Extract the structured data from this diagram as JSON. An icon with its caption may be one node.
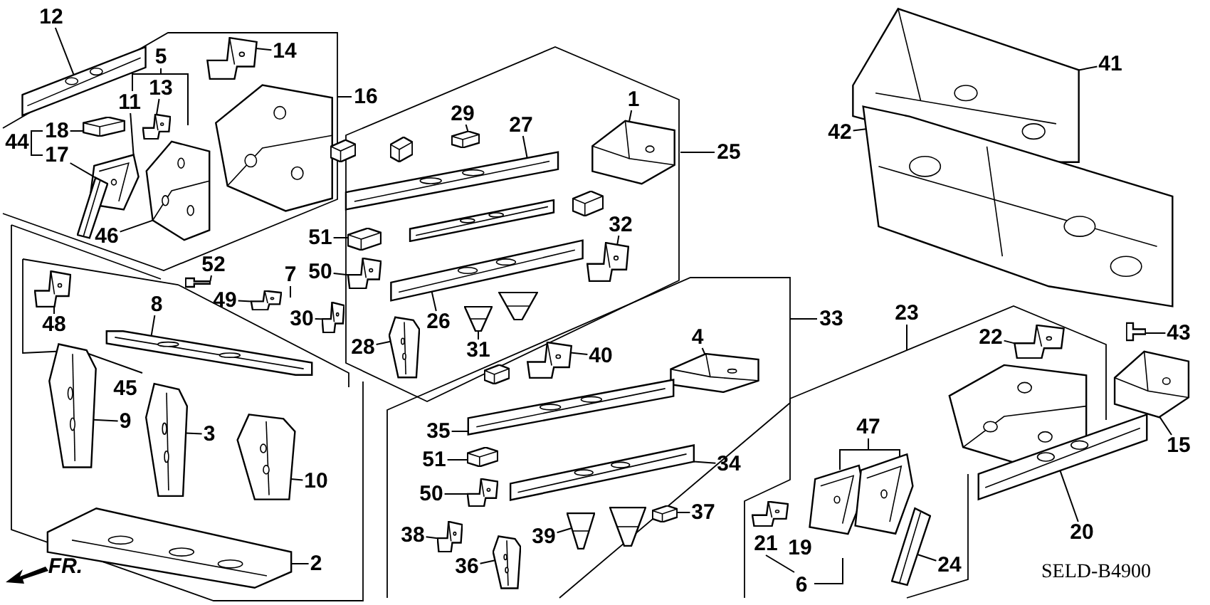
{
  "diagram": {
    "nodes": [
      {
        "text": [
          "12"
        ]
      },
      {
        "text": [],
        "shape": "picture"
      },
      {
        "text": [
          "14"
        ]
      },
      {
        "text": [],
        "shape": "picture"
      },
      {
        "text": [
          "13"
        ]
      },
      {
        "text": [],
        "shape": "picture"
      },
      {
        "text": [
          "11"
        ]
      },
      {
        "text": [],
        "shape": "picture"
      },
      {
        "text": [
          "18"
        ]
      },
      {
        "text": [],
        "shape": "picture"
      },
      {
        "text": [
          "17"
        ]
      },
      {
        "text": [],
        "shape": "picture"
      },
      {
        "text": [
          "46"
        ]
      },
      {
        "text": [],
        "shape": "picture"
      },
      {
        "text": [
          "52"
        ]
      },
      {
        "text": [],
        "shape": "picture"
      },
      {
        "text": [
          "48"
        ]
      },
      {
        "text": [],
        "shape": "picture"
      },
      {
        "text": [
          "8"
        ]
      },
      {
        "text": [],
        "shape": "picture"
      },
      {
        "text": [
          "49"
        ]
      },
      {
        "text": [],
        "shape": "picture"
      },
      {
        "text": [
          "9"
        ]
      },
      {
        "text": [],
        "shape": "picture"
      },
      {
        "text": [
          "3"
        ]
      },
      {
        "text": [],
        "shape": "picture"
      },
      {
        "text": [
          "10"
        ]
      },
      {
        "text": [],
        "shape": "picture"
      },
      {
        "text": [
          "2"
        ]
      },
      {
        "text": [],
        "shape": "picture"
      },
      {
        "text": [
          "29"
        ]
      },
      {
        "text": [],
        "shape": "picture"
      },
      {
        "text": [
          "27"
        ]
      },
      {
        "text": [],
        "shape": "picture"
      },
      {
        "text": [
          "1"
        ]
      },
      {
        "text": [],
        "shape": "picture"
      },
      {
        "text": [
          "51"
        ]
      },
      {
        "text": [],
        "shape": "picture"
      },
      {
        "text": [
          "50"
        ]
      },
      {
        "text": [],
        "shape": "picture"
      },
      {
        "text": [
          "32"
        ]
      },
      {
        "text": [],
        "shape": "picture"
      },
      {
        "text": [
          "30"
        ]
      },
      {
        "text": [],
        "shape": "picture"
      },
      {
        "text": [
          "26"
        ]
      },
      {
        "text": [],
        "shape": "picture"
      },
      {
        "text": [
          "28"
        ]
      },
      {
        "text": [],
        "shape": "picture"
      },
      {
        "text": [
          "31"
        ]
      },
      {
        "text": [],
        "shape": "picture"
      },
      {
        "text": [
          "40"
        ]
      },
      {
        "text": [],
        "shape": "picture"
      },
      {
        "text": [
          "4"
        ]
      },
      {
        "text": [],
        "shape": "picture"
      },
      {
        "text": [
          "35"
        ]
      },
      {
        "text": [],
        "shape": "picture"
      },
      {
        "text": [
          "51"
        ]
      },
      {
        "text": [],
        "shape": "picture"
      },
      {
        "text": [
          "34"
        ]
      },
      {
        "text": [],
        "shape": "picture"
      },
      {
        "text": [
          "50"
        ]
      },
      {
        "text": [],
        "shape": "picture"
      },
      {
        "text": [
          "37"
        ]
      },
      {
        "text": [],
        "shape": "picture"
      },
      {
        "text": [
          "39"
        ]
      },
      {
        "text": [],
        "shape": "picture"
      },
      {
        "text": [
          "38"
        ]
      },
      {
        "text": [],
        "shape": "picture"
      },
      {
        "text": [
          "36"
        ]
      },
      {
        "text": [],
        "shape": "picture"
      },
      {
        "text": [
          "41"
        ]
      },
      {
        "text": [],
        "shape": "picture"
      },
      {
        "text": [
          "42"
        ]
      },
      {
        "text": [],
        "shape": "picture"
      },
      {
        "text": [
          "43"
        ]
      },
      {
        "text": [],
        "shape": "picture"
      },
      {
        "text": [
          "22"
        ]
      },
      {
        "text": [],
        "shape": "picture"
      },
      {
        "text": [
          "15"
        ]
      },
      {
        "text": [],
        "shape": "picture"
      },
      {
        "text": [
          "20"
        ]
      },
      {
        "text": [],
        "shape": "picture"
      },
      {
        "text": [
          "24"
        ]
      },
      {
        "text": [],
        "shape": "picture"
      }
    ],
    "edges": [
      {
        "from": 0,
        "to": 1,
        "arrow": "none"
      },
      {
        "from": 2,
        "to": 3,
        "arrow": "none"
      },
      {
        "from": 4,
        "to": 5,
        "arrow": "none"
      },
      {
        "from": 6,
        "to": 7,
        "arrow": "none"
      },
      {
        "from": 8,
        "to": 9,
        "arrow": "none"
      },
      {
        "from": 10,
        "to": 11,
        "arrow": "none"
      },
      {
        "from": 12,
        "to": 13,
        "arrow": "none"
      },
      {
        "from": 14,
        "to": 15,
        "arrow": "none"
      },
      {
        "from": 16,
        "to": 17,
        "arrow": "none"
      },
      {
        "from": 18,
        "to": 19,
        "arrow": "none"
      },
      {
        "from": 20,
        "to": 21,
        "arrow": "none"
      },
      {
        "from": 22,
        "to": 23,
        "arrow": "none"
      },
      {
        "from": 24,
        "to": 25,
        "arrow": "none"
      },
      {
        "from": 26,
        "to": 27,
        "arrow": "none"
      },
      {
        "from": 28,
        "to": 29,
        "arrow": "none"
      },
      {
        "from": 30,
        "to": 31,
        "arrow": "none"
      },
      {
        "from": 32,
        "to": 33,
        "arrow": "none"
      },
      {
        "from": 34,
        "to": 35,
        "arrow": "none"
      },
      {
        "from": 36,
        "to": 37,
        "arrow": "none"
      },
      {
        "from": 38,
        "to": 39,
        "arrow": "none"
      },
      {
        "from": 40,
        "to": 41,
        "arrow": "none"
      },
      {
        "from": 42,
        "to": 43,
        "arrow": "none"
      },
      {
        "from": 44,
        "to": 45,
        "arrow": "none"
      },
      {
        "from": 46,
        "to": 47,
        "arrow": "none"
      },
      {
        "from": 48,
        "to": 49,
        "arrow": "none"
      },
      {
        "from": 50,
        "to": 51,
        "arrow": "none"
      },
      {
        "from": 52,
        "to": 53,
        "arrow": "none"
      },
      {
        "from": 54,
        "to": 55,
        "arrow": "none"
      },
      {
        "from": 56,
        "to": 57,
        "arrow": "none"
      },
      {
        "from": 58,
        "to": 59,
        "arrow": "none"
      },
      {
        "from": 60,
        "to": 61,
        "arrow": "none"
      },
      {
        "from": 62,
        "to": 63,
        "arrow": "none"
      },
      {
        "from": 64,
        "to": 65,
        "arrow": "none"
      },
      {
        "from": 66,
        "to": 67,
        "arrow": "none"
      },
      {
        "from": 68,
        "to": 69,
        "arrow": "none"
      },
      {
        "from": 70,
        "to": 71,
        "arrow": "none"
      },
      {
        "from": 72,
        "to": 73,
        "arrow": "none"
      },
      {
        "from": 74,
        "to": 75,
        "arrow": "none"
      },
      {
        "from": 76,
        "to": 77,
        "arrow": "none"
      },
      {
        "from": 78,
        "to": 79,
        "arrow": "none"
      },
      {
        "from": 80,
        "to": 81,
        "arrow": "none"
      },
      {
        "from": 82,
        "to": 83,
        "arrow": "none"
      }
    ],
    "labels": [
      "44",
      "5",
      "16",
      "7",
      "45",
      "25",
      "33",
      "23",
      "47",
      "21",
      "19",
      "6",
      "FR.",
      "SELD-B4900"
    ]
  }
}
